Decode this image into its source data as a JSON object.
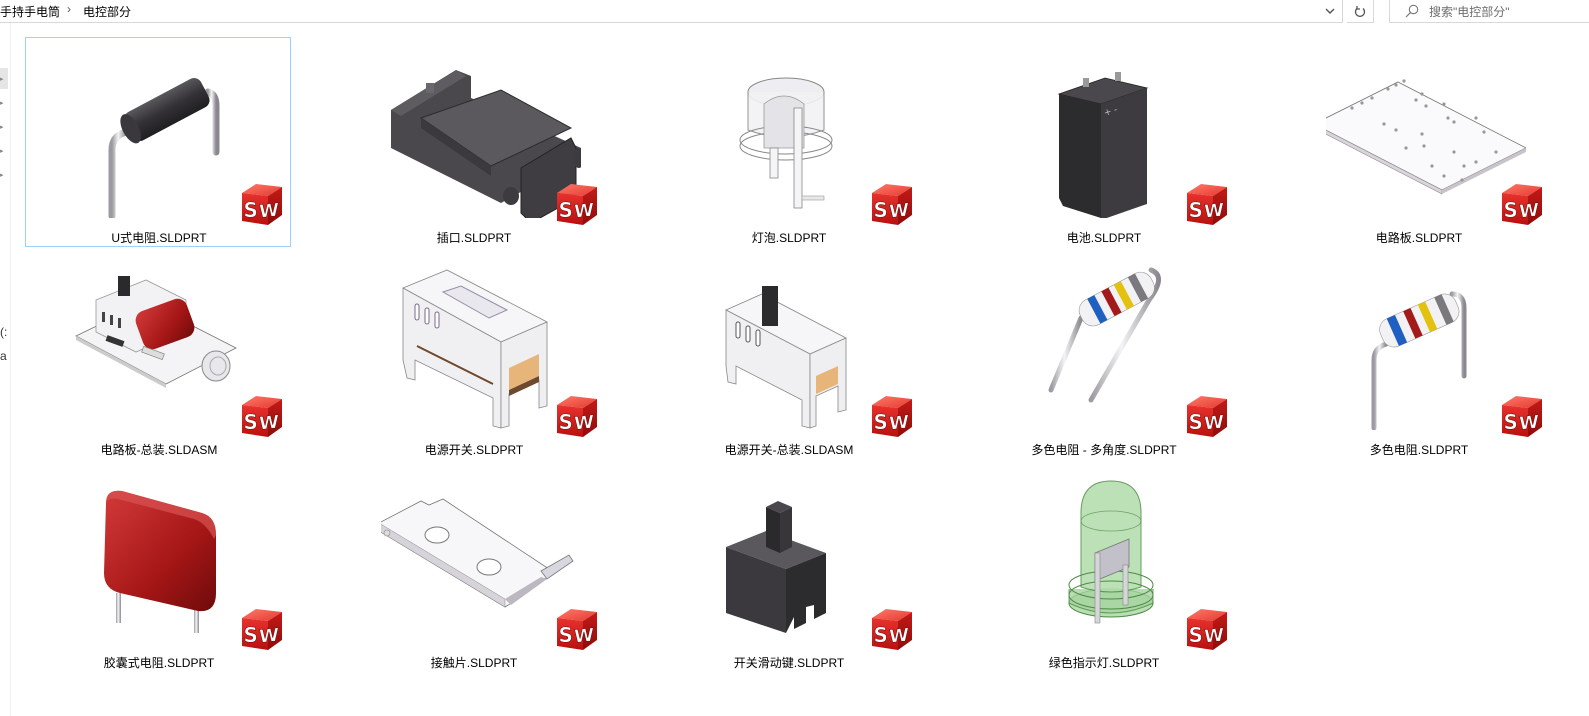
{
  "address_bar": {
    "breadcrumbs": [
      {
        "label": "手持手电筒"
      },
      {
        "label": "电控部分"
      }
    ],
    "separator": "›",
    "dropdown_icon": "chevron-down-icon",
    "refresh_icon": "refresh-icon"
  },
  "search": {
    "placeholder": "搜索\"电控部分\"",
    "icon": "search-icon"
  },
  "files": [
    {
      "name": "U式电阻.SLDPRT",
      "type": "SLDPRT",
      "thumb": "u-resistor",
      "selected": true
    },
    {
      "name": "插口.SLDPRT",
      "type": "SLDPRT",
      "thumb": "socket"
    },
    {
      "name": "灯泡.SLDPRT",
      "type": "SLDPRT",
      "thumb": "bulb"
    },
    {
      "name": "电池.SLDPRT",
      "type": "SLDPRT",
      "thumb": "battery"
    },
    {
      "name": "电路板.SLDPRT",
      "type": "SLDPRT",
      "thumb": "pcb"
    },
    {
      "name": "电路板-总装.SLDASM",
      "type": "SLDASM",
      "thumb": "pcb-assembly"
    },
    {
      "name": "电源开关.SLDPRT",
      "type": "SLDPRT",
      "thumb": "switch-housing"
    },
    {
      "name": "电源开关-总装.SLDASM",
      "type": "SLDASM",
      "thumb": "switch-assembly"
    },
    {
      "name": "多色电阻 - 多角度.SLDPRT",
      "type": "SLDPRT",
      "thumb": "color-resistor-angle"
    },
    {
      "name": "多色电阻.SLDPRT",
      "type": "SLDPRT",
      "thumb": "color-resistor"
    },
    {
      "name": "胶囊式电阻.SLDPRT",
      "type": "SLDPRT",
      "thumb": "capsule-resistor"
    },
    {
      "name": "接触片.SLDPRT",
      "type": "SLDPRT",
      "thumb": "contact-plate"
    },
    {
      "name": "开关滑动键.SLDPRT",
      "type": "SLDPRT",
      "thumb": "slide-key"
    },
    {
      "name": "绿色指示灯.SLDPRT",
      "type": "SLDPRT",
      "thumb": "green-led"
    }
  ],
  "overlay_badge": {
    "text": "SW",
    "icon": "solidworks-icon"
  },
  "colors": {
    "selection_border": "#99d1ff",
    "sw_red": "#d9201f",
    "dark_part": "#3c3a3d",
    "capsule_red": "#b01c1c",
    "led_green": "#a6d8a0"
  },
  "nav_fragments": [
    "(:",
    "a"
  ]
}
